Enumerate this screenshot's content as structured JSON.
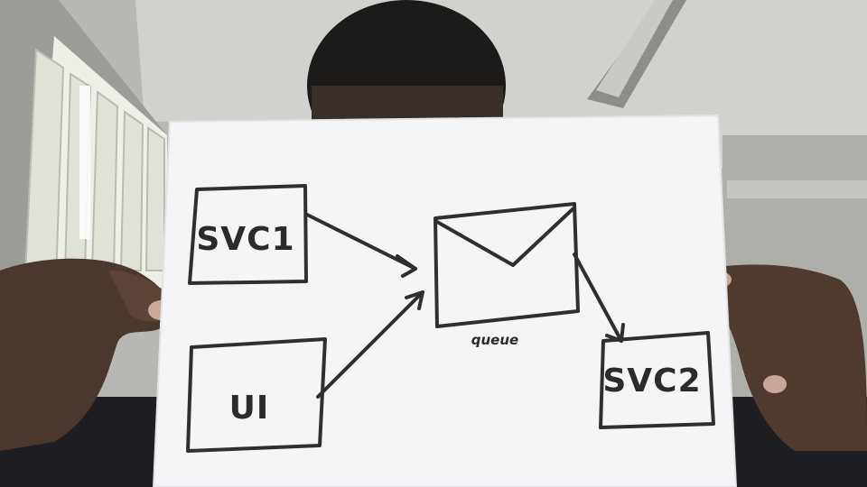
{
  "diagram": {
    "nodes": {
      "svc1": "SVC1",
      "ui": "UI",
      "queue_caption": "queue",
      "svc2": "SVC2"
    },
    "edges": [
      {
        "from": "svc1",
        "to": "queue"
      },
      {
        "from": "ui",
        "to": "queue"
      },
      {
        "from": "queue",
        "to": "svc2"
      }
    ]
  },
  "colors": {
    "paper": "#f4f5f7",
    "marker": "#2f2f2f",
    "wall": "#b9bab6",
    "ceiling": "#d6d7d3",
    "skin": "#4d3a30",
    "hair": "#1c1a19"
  }
}
